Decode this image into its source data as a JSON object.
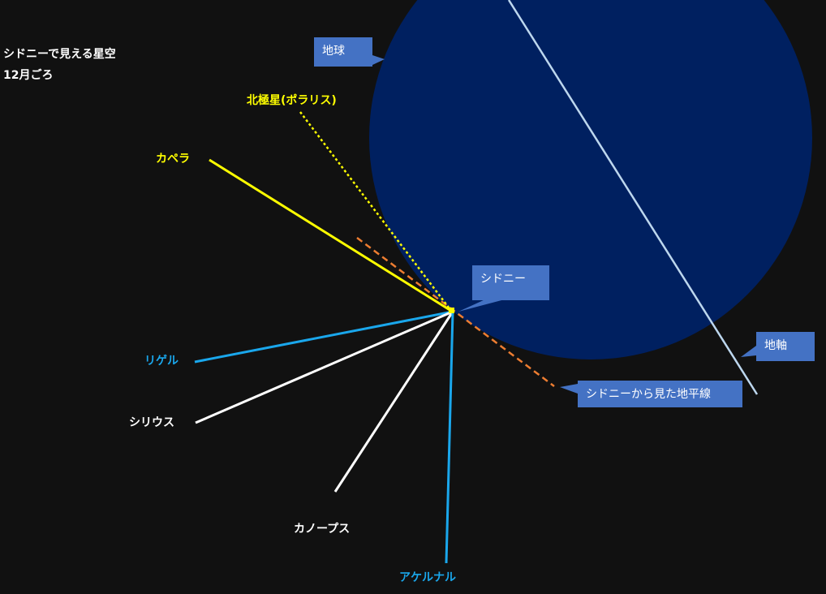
{
  "title": {
    "line1": "シドニーで見える星空",
    "line2": "12月ごろ"
  },
  "callouts": {
    "earth": "地球",
    "sydney": "シドニー",
    "axis": "地軸",
    "horizon": "シドニーから見た地平線"
  },
  "stars": {
    "polaris": "北極星(ポラリス)",
    "capella": "カペラ",
    "rigel": "リゲル",
    "sirius": "シリウス",
    "canopus": "カノープス",
    "achernar": "アケルナル"
  },
  "colors": {
    "background": "#111111",
    "earth": "#002060",
    "callout": "#4472c4",
    "yellow": "#ffff00",
    "blue": "#1aa7ec",
    "white": "#ffffff",
    "horizon": "#ed7d31",
    "axis": "#bdd7ee"
  }
}
